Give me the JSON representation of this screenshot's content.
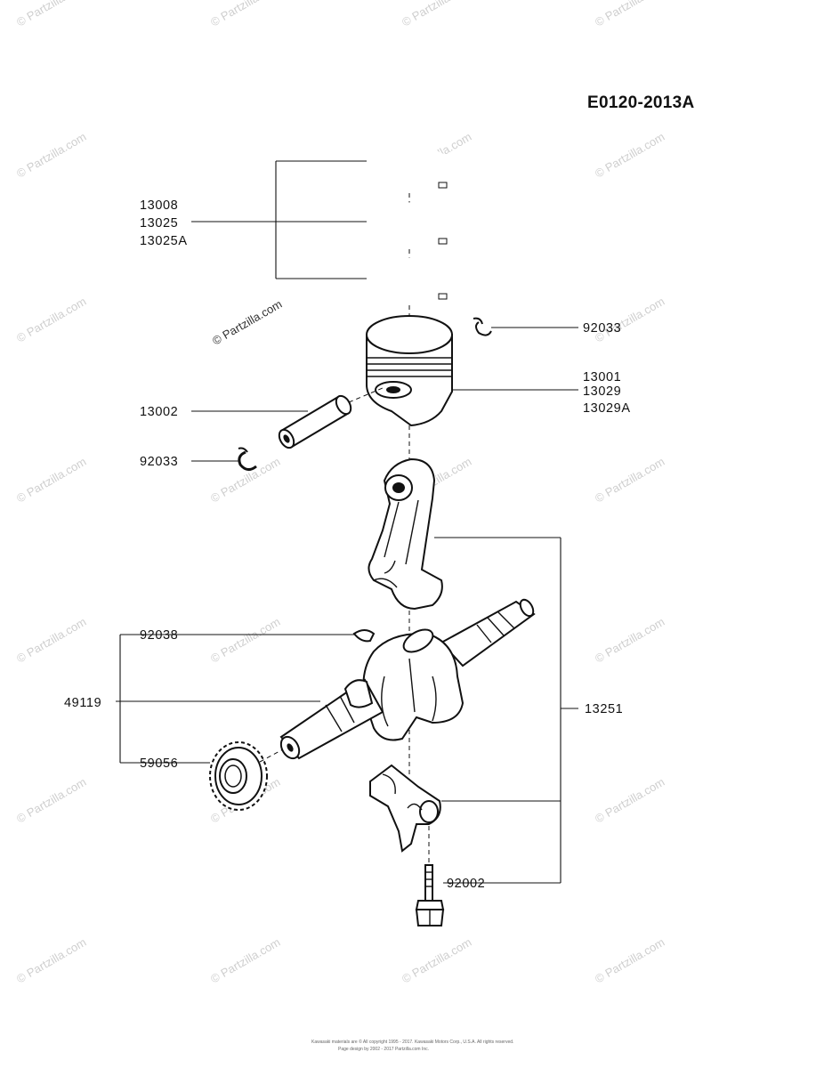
{
  "diagram": {
    "code": "E0120-2013A",
    "part_numbers": {
      "rings_1": "13008",
      "rings_2": "13025",
      "rings_3": "13025A",
      "snap_ring_top": "92033",
      "piston_1": "13001",
      "piston_2": "13029",
      "piston_3": "13029A",
      "piston_pin": "13002",
      "snap_ring_left": "92033",
      "woodruff_key": "92038",
      "crankshaft": "49119",
      "gear": "59056",
      "conrod_assy": "13251",
      "bolt": "92002"
    },
    "watermark": "© Partzilla.com",
    "watermark_center": "© Partzilla.com",
    "footer_line1": "Kawasaki materials are © All copyright 1995 - 2017. Kawasaki Motors Corp., U.S.A. All rights reserved.",
    "footer_line2": "Page design by 2002 - 2017 Partzilla.com Inc."
  },
  "colors": {
    "ink": "#111111",
    "watermark": "#cfcfcf",
    "background": "#ffffff"
  }
}
